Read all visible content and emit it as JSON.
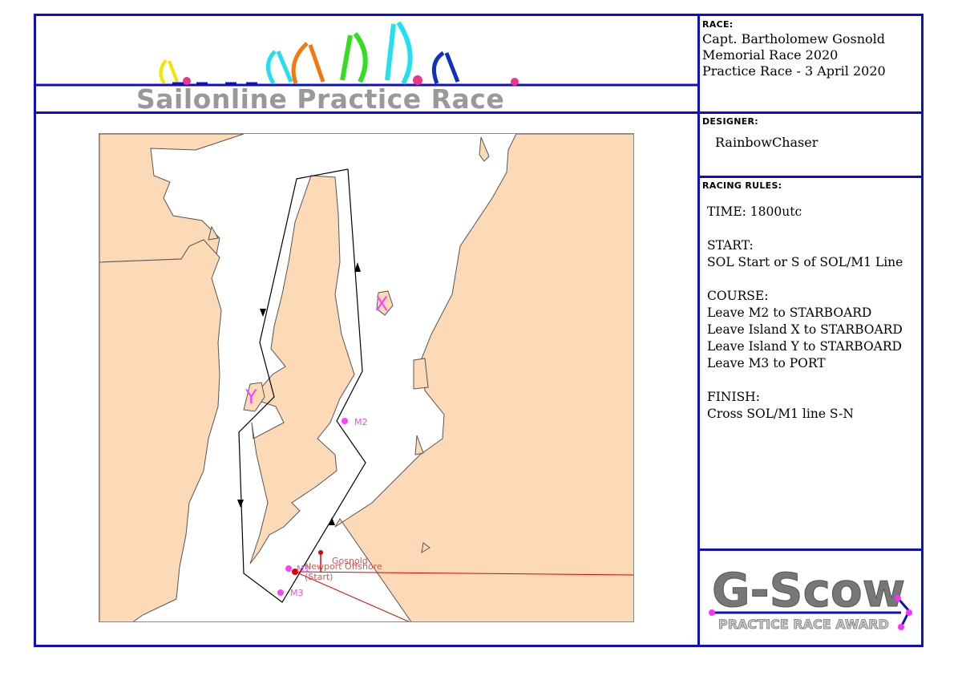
{
  "banner": {
    "title": "Sailonline Practice Race"
  },
  "race": {
    "label": "RACE:",
    "lines": [
      "Capt. Bartholomew Gosnold",
      "Memorial Race 2020",
      "Practice Race - 3 April 2020"
    ]
  },
  "designer": {
    "label": "DESIGNER:",
    "name": "RainbowChaser"
  },
  "rules": {
    "label": "RACING RULES:",
    "time": "TIME: 1800utc",
    "start_title": "START:",
    "start_text": "SOL Start or S of SOL/M1 Line",
    "course_title": "COURSE:",
    "course_lines": [
      "Leave M2 to STARBOARD",
      "Leave Island X to STARBOARD",
      "Leave Island Y to STARBOARD",
      "Leave M3 to PORT"
    ],
    "finish_title": "FINISH:",
    "finish_text": "Cross SOL/M1 line S-N"
  },
  "map": {
    "colors": {
      "land": "#fcd9b7",
      "coast": "#555555",
      "route": "#000000",
      "mark": "#ff40ff",
      "start": "#e00000"
    },
    "island_labels": {
      "x": "X",
      "y": "Y"
    },
    "marks": {
      "m1": "M1",
      "m2": "M2",
      "m3": "M3"
    },
    "start_labels": {
      "gosnold": "Gosnold",
      "newport": "Newport Offshore",
      "start": "(Start)"
    }
  },
  "award": {
    "title": "G-Scow",
    "subtitle": "PRACTICE RACE AWARD"
  },
  "colors": {
    "frame": "#1010c0",
    "banner_grey": "#999999",
    "dot": "#ee3388"
  }
}
